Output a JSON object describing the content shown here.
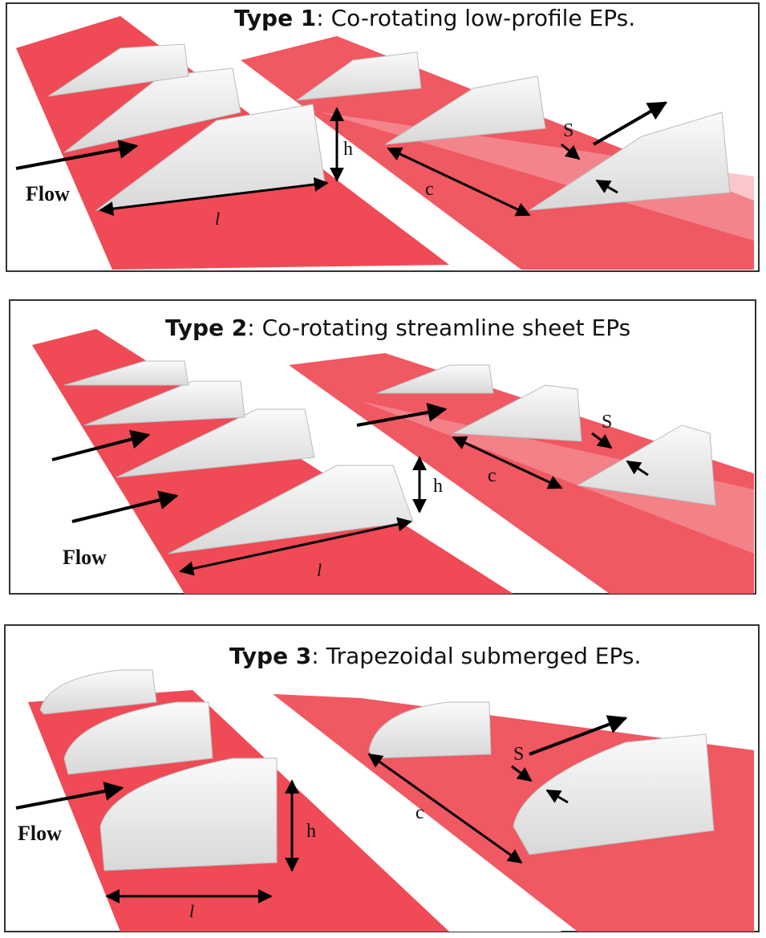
{
  "panels": [
    {
      "type_label": "Type 1",
      "description": ": Co-rotating low-profile EPs.",
      "flow_label": "Flow",
      "dim_h": "h",
      "dim_l": "l",
      "dim_c": "c",
      "dim_s": "S"
    },
    {
      "type_label": "Type 2",
      "description": ": Co-rotating streamline sheet EPs",
      "flow_label": "Flow",
      "dim_h": "h",
      "dim_l": "l",
      "dim_c": "c",
      "dim_s": "S"
    },
    {
      "type_label": "Type 3",
      "description": ": Trapezoidal submerged EPs.",
      "flow_label": "Flow",
      "dim_h": "h",
      "dim_l": "l",
      "dim_c": "c",
      "dim_s": "S"
    }
  ],
  "colors": {
    "strip": "#ef4a55",
    "strip_dark": "#d22b37",
    "strip_light": "#f7a2a8",
    "plate": "#f2f2f2",
    "plate_shadow": "#cfcfcf",
    "frame": "#333333"
  }
}
